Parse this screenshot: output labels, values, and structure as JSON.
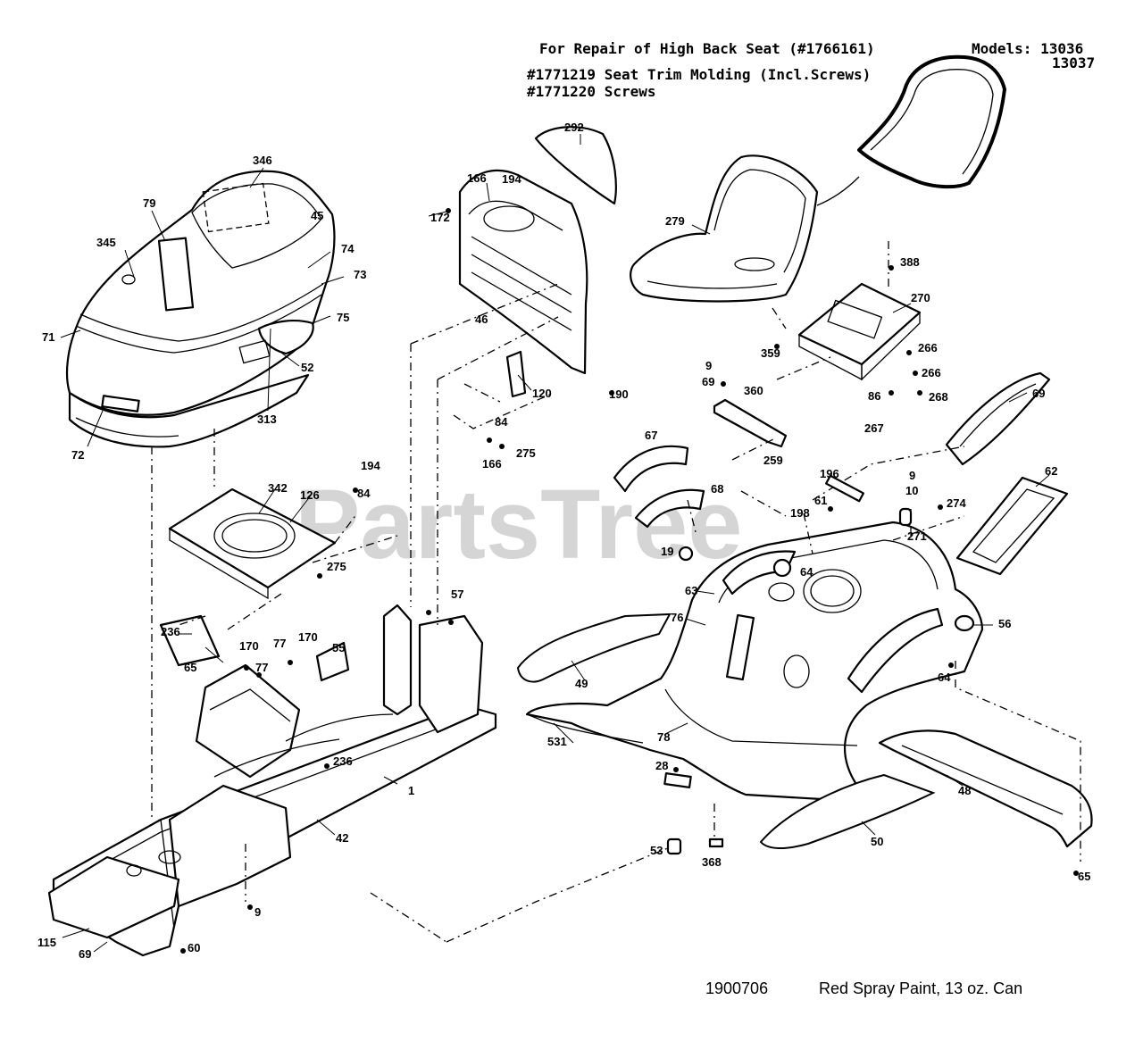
{
  "header": {
    "line1": "For Repair of High Back Seat (#1766161)",
    "models_label": "Models: 13036",
    "models_line2": "13037",
    "line2": "#1771219  Seat Trim Molding (Incl.Screws)",
    "line3": "#1771220  Screws"
  },
  "watermark": "PartsTree",
  "footer": {
    "code": "1900706",
    "note": "Red Spray Paint, 13 oz. Can"
  },
  "callouts": [
    "346",
    "79",
    "45",
    "345",
    "74",
    "73",
    "75",
    "71",
    "52",
    "313",
    "72",
    "292",
    "166",
    "194",
    "172",
    "46",
    "279",
    "120",
    "190",
    "388",
    "270",
    "359",
    "266",
    "266",
    "268",
    "9",
    "69",
    "360",
    "86",
    "267",
    "69",
    "259",
    "84",
    "166",
    "275",
    "194",
    "84",
    "342",
    "126",
    "275",
    "67",
    "68",
    "196",
    "9",
    "10",
    "274",
    "62",
    "61",
    "198",
    "19",
    "271",
    "64",
    "63",
    "76",
    "56",
    "64",
    "49",
    "57",
    "236",
    "170",
    "77",
    "170",
    "55",
    "77",
    "65",
    "531",
    "78",
    "28",
    "236",
    "1",
    "48",
    "42",
    "53",
    "368",
    "50",
    "115",
    "69",
    "9",
    "60",
    "65"
  ]
}
